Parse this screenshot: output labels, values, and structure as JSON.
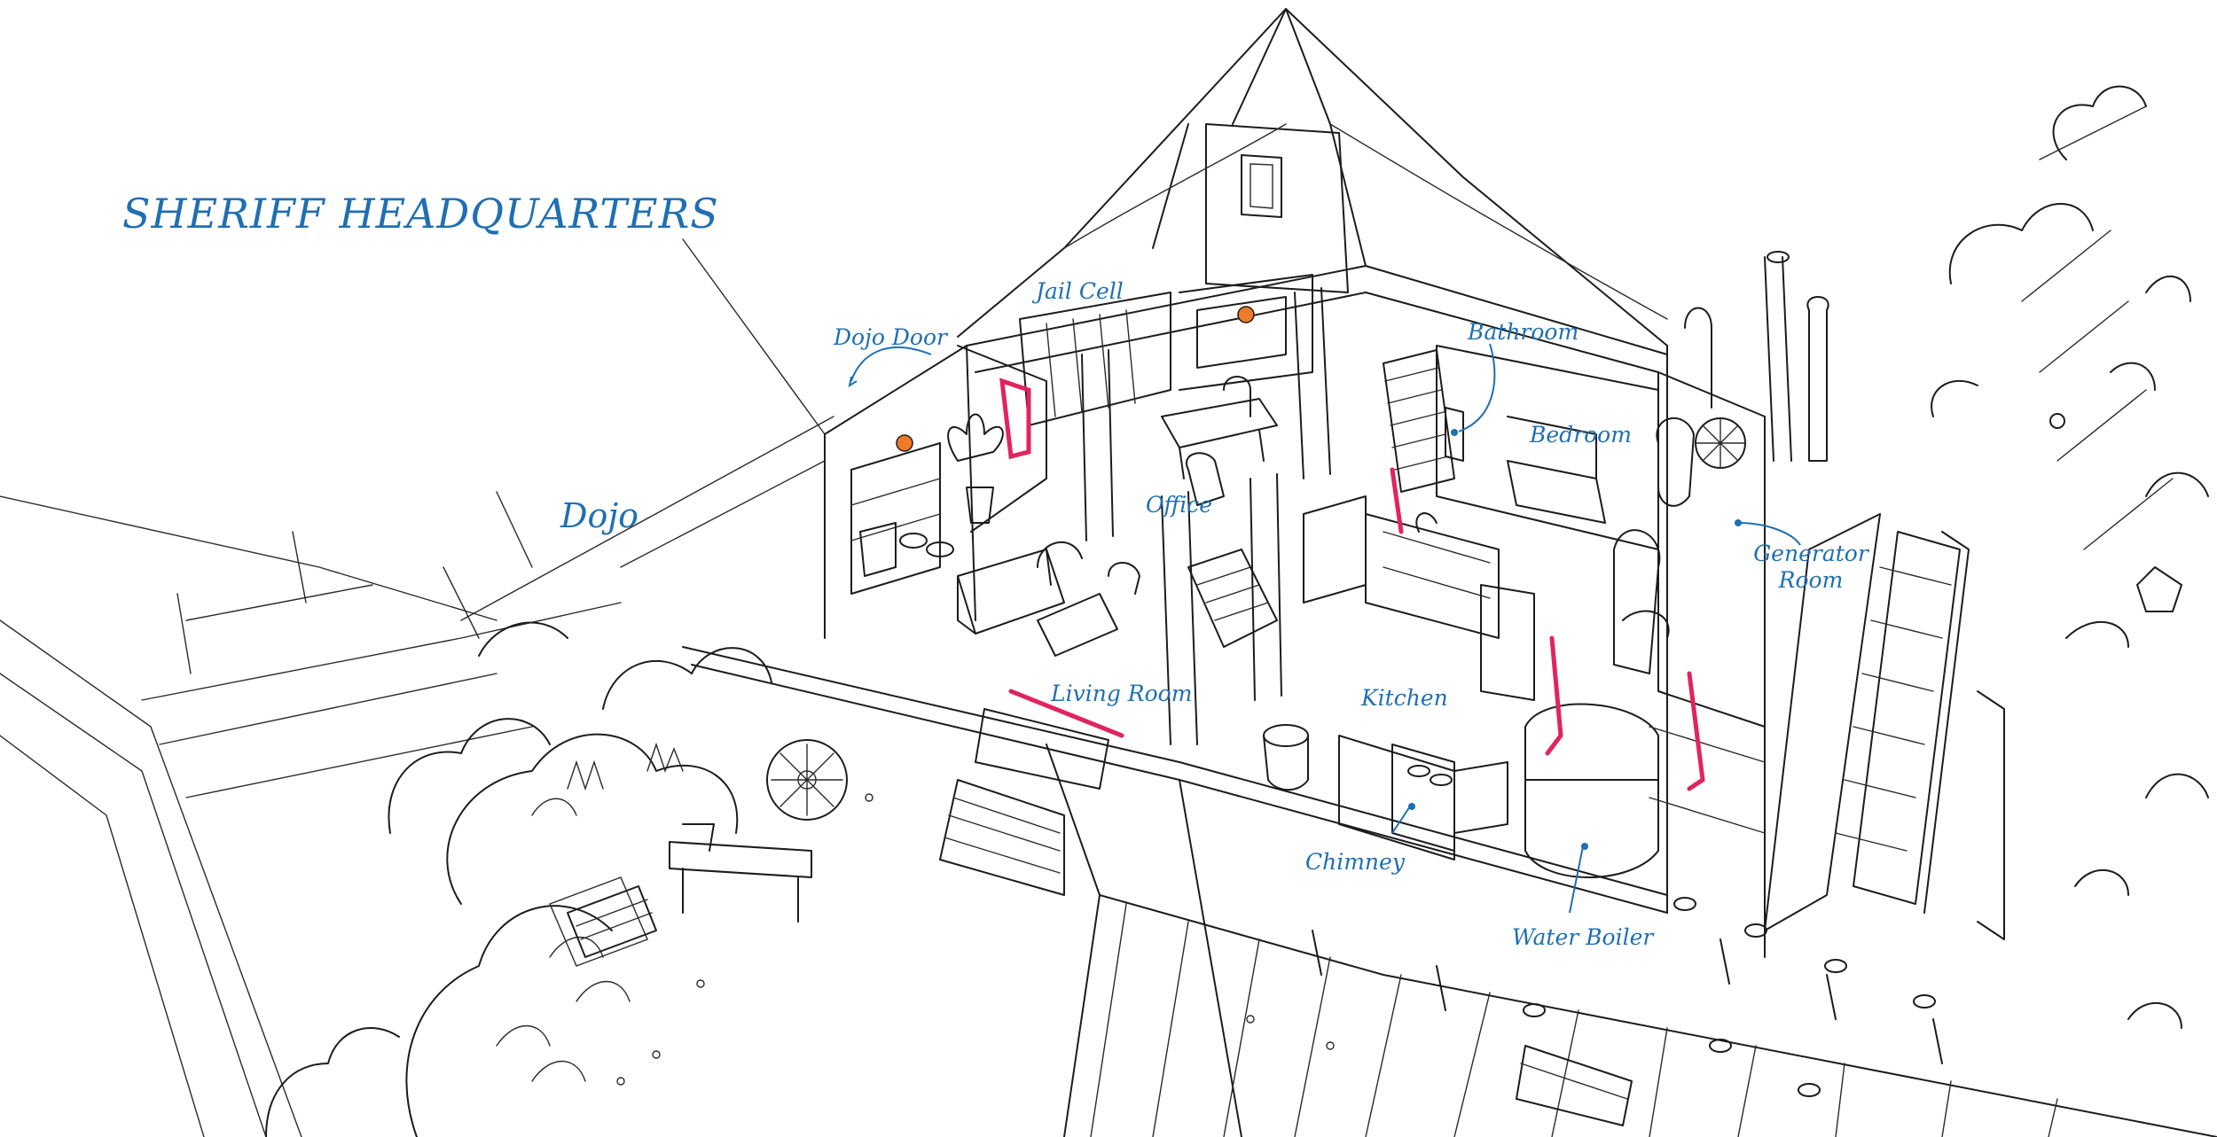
{
  "title": "SHERIFF HEADQUARTERS",
  "labels": {
    "dojo": "Dojo",
    "jail_cell": "Jail Cell",
    "dojo_door": "Dojo Door",
    "bathroom": "Bathroom",
    "bedroom": "Bedroom",
    "office": "Office",
    "generator_room": "Generator Room",
    "living_room": "Living Room",
    "kitchen": "Kitchen",
    "chimney": "Chimney",
    "water_boiler": "Water Boiler"
  },
  "colors": {
    "label_blue": "#1f6fb2",
    "door_magenta": "#e0245e",
    "lamp_orange": "#f07a2a",
    "ink": "#1c1c1c"
  }
}
